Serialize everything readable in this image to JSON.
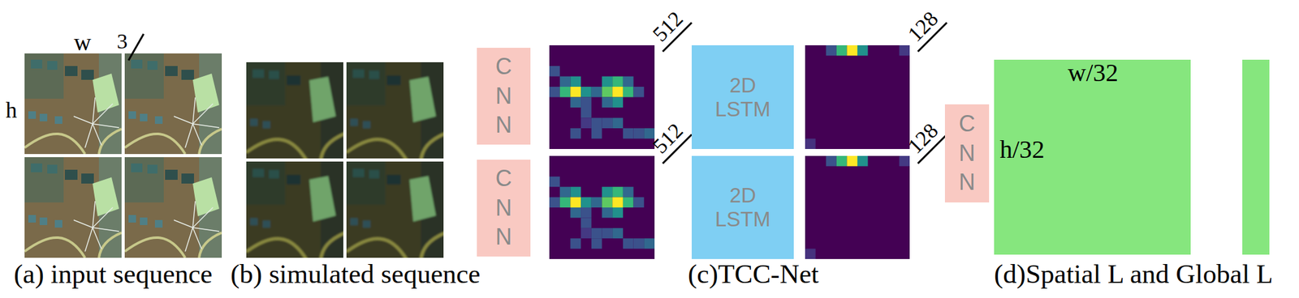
{
  "diagram": {
    "nodes": [
      {
        "text": [
          "C N N"
        ]
      },
      {
        "text": [
          "C N N"
        ]
      },
      {
        "text": [
          "2D LSTM"
        ]
      },
      {
        "text": [
          "2D LSTM"
        ]
      },
      {
        "text": [
          "C N N"
        ]
      },
      {
        "text": [
          "w/32",
          "h/32"
        ]
      }
    ],
    "labels": [
      "w",
      "3",
      "h",
      "512",
      "512",
      "128",
      "128",
      "(a) input sequence",
      "(b) simulated sequence",
      "(c)TCC-Net",
      "(d)Spatial L and Global L"
    ]
  }
}
